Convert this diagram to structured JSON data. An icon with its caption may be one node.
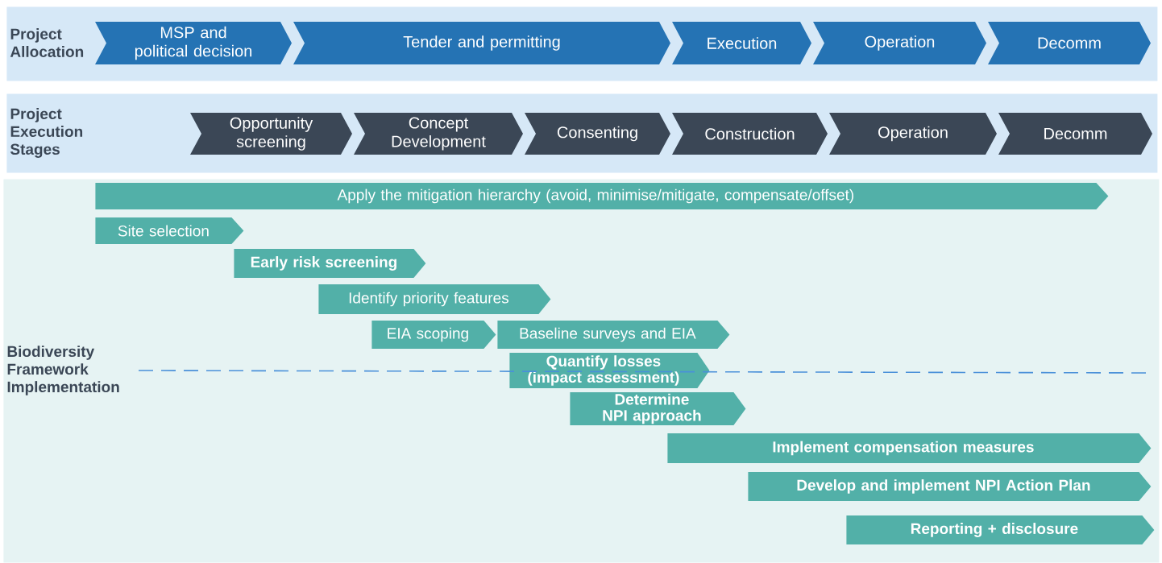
{
  "diagram": {
    "nodes": [
      {
        "text": [
          "Project Allocation"
        ]
      },
      {
        "text": [
          "MSP and political decision"
        ],
        "in": 0
      },
      {
        "text": [
          "Tender and permitting"
        ],
        "in": 0
      },
      {
        "text": [
          "Execution"
        ],
        "in": 0
      },
      {
        "text": [
          "Operation"
        ],
        "in": 0
      },
      {
        "text": [
          "Decomm"
        ],
        "in": 0
      },
      {
        "text": [
          "Project Execution Stages"
        ]
      },
      {
        "text": [
          "Opportunity screening"
        ],
        "in": 6
      },
      {
        "text": [
          "Concept Development"
        ],
        "in": 6
      },
      {
        "text": [
          "Consenting"
        ],
        "in": 6
      },
      {
        "text": [
          "Construction"
        ],
        "in": 6
      },
      {
        "text": [
          "Operation"
        ],
        "in": 6
      },
      {
        "text": [
          "Decomm"
        ],
        "in": 6
      },
      {
        "text": [
          "Biodiversity Framework Implementation"
        ]
      },
      {
        "text": [
          "Apply the mitigation hierarchy (avoid, minimise/mitigate, compensate/offset)"
        ],
        "in": 13
      },
      {
        "text": [
          "Site selection"
        ],
        "in": 13
      },
      {
        "text": [
          "Early risk screening"
        ],
        "in": 13
      },
      {
        "text": [
          "Identify priority features"
        ],
        "in": 13
      },
      {
        "text": [
          "EIA scoping"
        ],
        "in": 13
      },
      {
        "text": [
          "Baseline surveys and EIA"
        ],
        "in": 13
      },
      {
        "text": [
          "Quantify losses (impact assessment)"
        ],
        "in": 13
      },
      {
        "text": [
          "Determine NPI approach"
        ],
        "in": 13
      },
      {
        "text": [
          "Implement compensation measures"
        ],
        "in": 13
      },
      {
        "text": [
          "Develop and implement NPI Action Plan"
        ],
        "in": 13
      },
      {
        "text": [
          "Reporting + disclosure"
        ],
        "in": 13
      }
    ]
  }
}
